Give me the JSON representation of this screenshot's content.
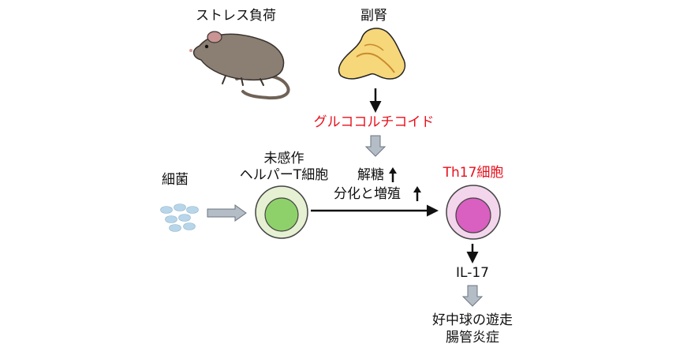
{
  "labels": {
    "stress": "ストレス負荷",
    "adrenal": "副腎",
    "glucocorticoid": "グルココルチコイド",
    "bacteria": "細菌",
    "naive_line1": "未感作",
    "naive_line2": "ヘルパーT細胞",
    "glycolysis": "解糖",
    "differentiation": "分化と増殖",
    "th17": "Th17細胞",
    "il17": "IL-17",
    "outcome_line1": "好中球の遊走",
    "outcome_line2": "腸管炎症"
  },
  "colors": {
    "highlight": "#e8101c",
    "naive_cell": "#8ed16a",
    "th17_cell": "#d95fc0",
    "outer_naive": "#e6f1d3",
    "outer_th17": "#f3d6ec",
    "bacteria": "#b8d6ea",
    "hollow_arrow": "#b4bdc6"
  },
  "icons": {
    "mouse": "mouse-illustration",
    "adrenal": "adrenal-gland-illustration",
    "up_arrow": "up-arrow-icon"
  }
}
